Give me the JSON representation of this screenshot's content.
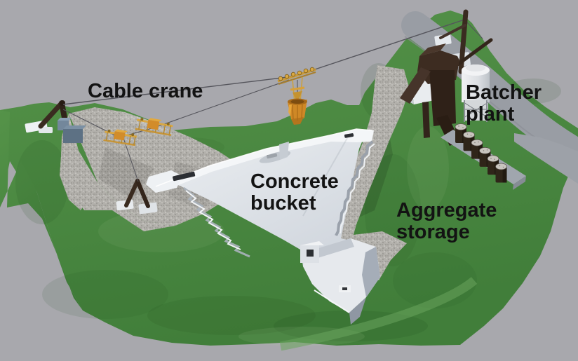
{
  "diagram": {
    "title": "Dam construction site with cable crane system (3D illustration)",
    "type": "labeled 3D construction diagram"
  },
  "labels": {
    "cable_crane": "Cable crane",
    "batcher_plant": [
      "Batcher",
      "plant"
    ],
    "concrete_bucket": [
      "Concrete",
      "bucket"
    ],
    "aggregate_storage": [
      "Aggregate",
      "storage"
    ]
  },
  "scene_objects": [
    "cable-crane-mast-left",
    "auxiliary-mast",
    "cable-crane-mast-right",
    "track-cable",
    "haul-cable",
    "crane-trolley-carriage",
    "suspended-concrete-bucket",
    "cable-trolleys-on-slope",
    "arch-dam-under-construction",
    "aggregate-gravel-slope",
    "aggregate-chute",
    "batcher-plant-tower",
    "cement-silo",
    "storage-drums",
    "access-road",
    "valley-terrain"
  ],
  "colors": {
    "sky": "#a8a8ad",
    "grass": "#4e8c44",
    "grass_dark": "#3c7335",
    "gravel": "#b2b0ab",
    "concrete_light": "#eceff2",
    "concrete_shadow": "#a5adb8",
    "wood_dark": "#3a2b20",
    "machine_yellow": "#d9a843",
    "bucket_orange": "#d28a28",
    "counterweight_blue": "#5d7184",
    "cable": "#55555c",
    "road": "#999da4",
    "label_text": "#131313"
  }
}
